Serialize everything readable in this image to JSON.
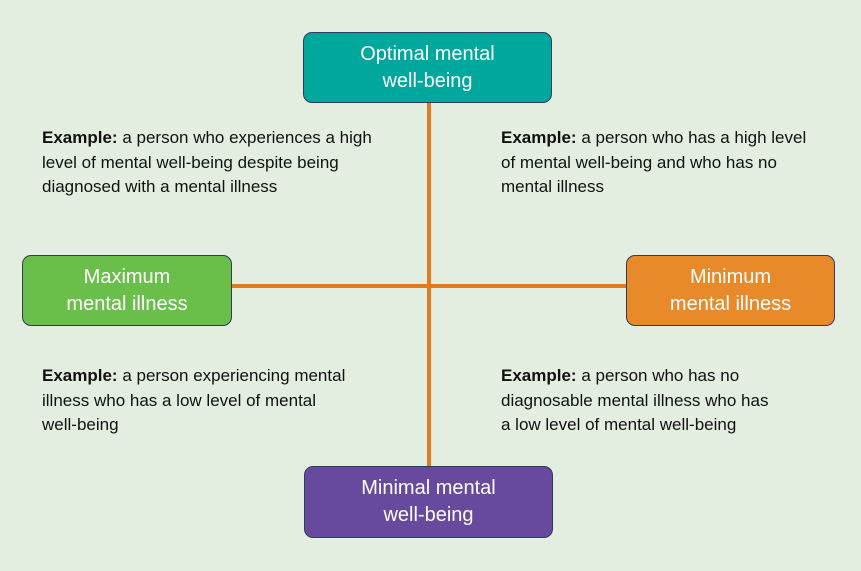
{
  "colors": {
    "background": "#e4eee0",
    "axis": "#e07b1f",
    "optimal_wellbeing": "#00a79d",
    "maximum_illness": "#6abf4b",
    "minimum_illness": "#e8892a",
    "minimal_wellbeing": "#674a9e"
  },
  "nodes": {
    "top": {
      "line1": "Optimal mental",
      "line2": "well-being"
    },
    "left": {
      "line1": "Maximum",
      "line2": "mental illness"
    },
    "right": {
      "line1": "Minimum",
      "line2": "mental illness"
    },
    "bottom": {
      "line1": "Minimal mental",
      "line2": "well-being"
    }
  },
  "examples": {
    "label": "Example:",
    "top_left": {
      "line1": " a person who experiences a high",
      "line2": "level of mental well-being despite being",
      "line3": "diagnosed with a mental illness"
    },
    "top_right": {
      "line1": " a person who has a high level",
      "line2": "of mental well-being and who has no",
      "line3": "mental illness"
    },
    "bottom_left": {
      "line1": " a person experiencing mental",
      "line2": "illness who has a low level of mental",
      "line3": "well-being"
    },
    "bottom_right": {
      "line1": " a person who has no",
      "line2": "diagnosable mental illness who has",
      "line3": "a low level of mental well-being"
    }
  }
}
